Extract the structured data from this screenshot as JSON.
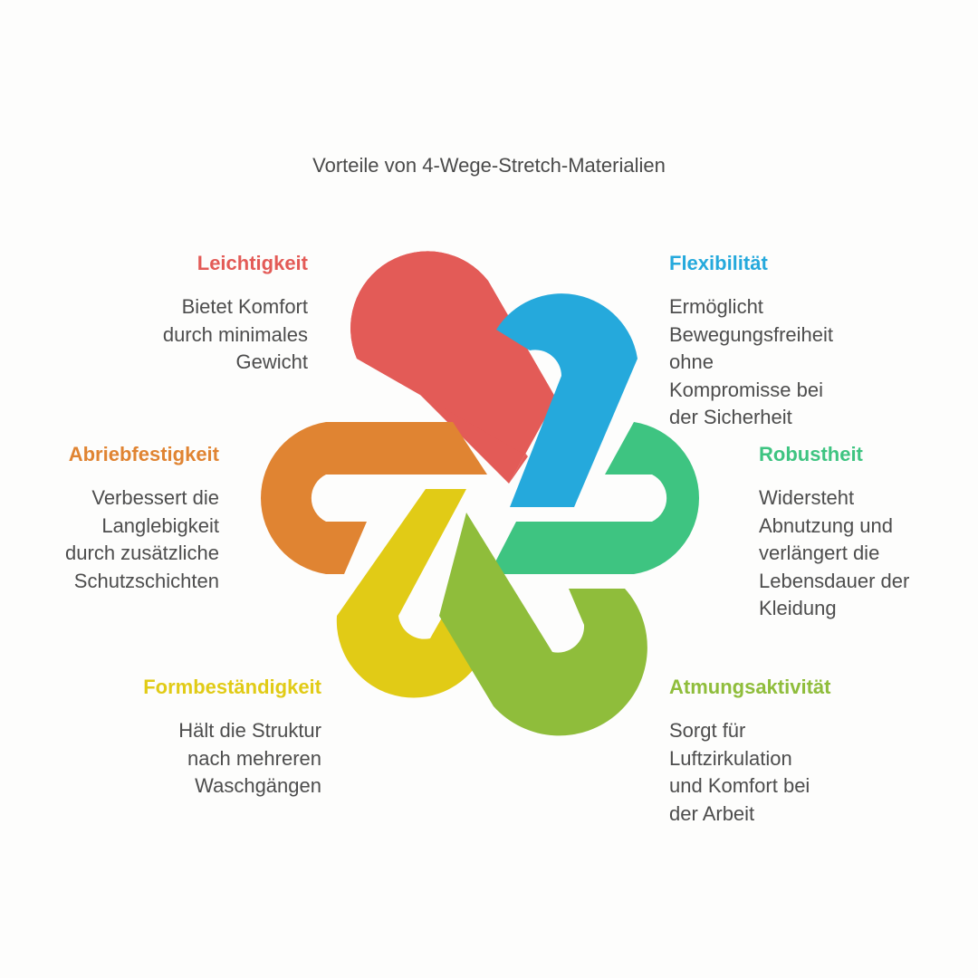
{
  "title": "Vorteile von 4-Wege-Stretch-Materialien",
  "benefits": [
    {
      "key": "leichtigkeit",
      "heading": "Leichtigkeit",
      "lines": [
        "Bietet Komfort",
        "durch minimales",
        "Gewicht"
      ],
      "color": "#e35b57"
    },
    {
      "key": "flexibilitaet",
      "heading": "Flexibilität",
      "lines": [
        "Ermöglicht",
        "Bewegungsfreiheit",
        "ohne",
        "Kompromisse bei",
        "der Sicherheit"
      ],
      "color": "#25a9dc"
    },
    {
      "key": "abriebfestigkeit",
      "heading": "Abriebfestigkeit",
      "lines": [
        "Verbessert die",
        "Langlebigkeit",
        "durch zusätzliche",
        "Schutzschichten"
      ],
      "color": "#e08432"
    },
    {
      "key": "robustheit",
      "heading": "Robustheit",
      "lines": [
        "Widersteht",
        "Abnutzung und",
        "verlängert die",
        "Lebensdauer der",
        "Kleidung"
      ],
      "color": "#3ec481"
    },
    {
      "key": "formbestaendigkeit",
      "heading": "Formbeständigkeit",
      "lines": [
        "Hält die Struktur",
        "nach mehreren",
        "Waschgängen"
      ],
      "color": "#e1cb16"
    },
    {
      "key": "atmungsaktivitaet",
      "heading": "Atmungsaktivität",
      "lines": [
        "Sorgt für",
        "Luftzirkulation",
        "und Komfort bei",
        "der Arbeit"
      ],
      "color": "#8fbd3b"
    }
  ]
}
